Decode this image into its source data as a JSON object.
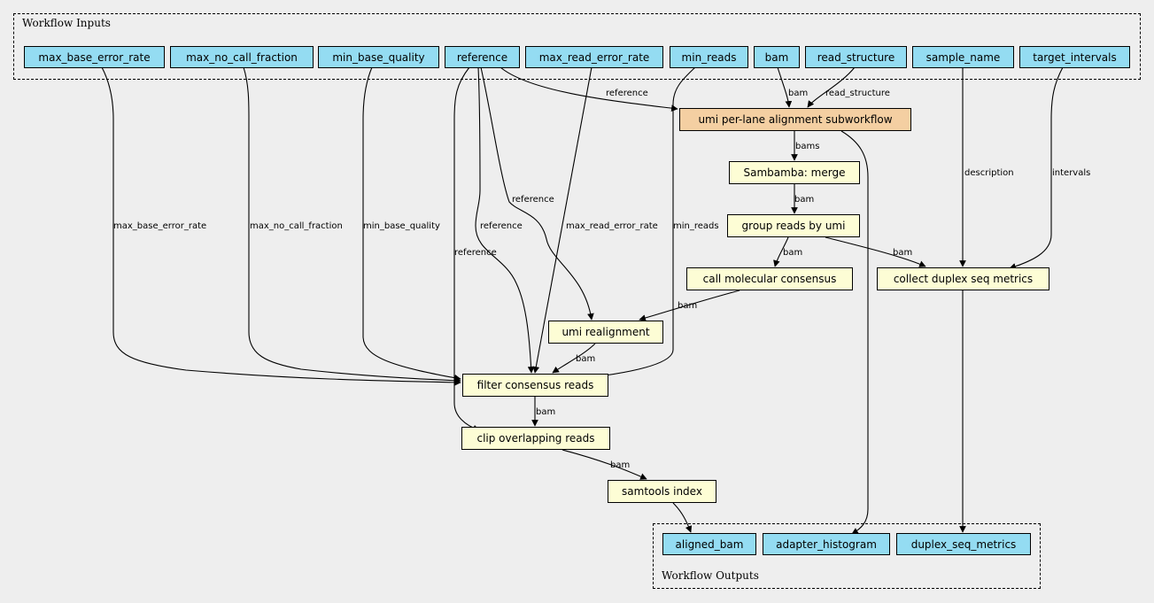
{
  "clusters": {
    "inputs_label": "Workflow Inputs",
    "outputs_label": "Workflow Outputs"
  },
  "colors": {
    "background": "#eeeeee",
    "io_node": "#94dcf2",
    "step_node": "#fdfdd5",
    "subworkflow_node": "#f4cfa2"
  },
  "nodes": {
    "max_base_error_rate": "max_base_error_rate",
    "max_no_call_fraction": "max_no_call_fraction",
    "min_base_quality": "min_base_quality",
    "reference": "reference",
    "max_read_error_rate": "max_read_error_rate",
    "min_reads": "min_reads",
    "bam": "bam",
    "read_structure": "read_structure",
    "sample_name": "sample_name",
    "target_intervals": "target_intervals",
    "umi_subworkflow": "umi per-lane alignment subworkflow",
    "sambamba_merge": "Sambamba: merge",
    "group_reads": "group reads by umi",
    "call_consensus": "call molecular consensus",
    "collect_metrics": "collect duplex seq metrics",
    "umi_realignment": "umi realignment",
    "filter_consensus": "filter consensus reads",
    "clip_overlapping": "clip overlapping reads",
    "samtools_index": "samtools index",
    "aligned_bam": "aligned_bam",
    "adapter_histogram": "adapter_histogram",
    "duplex_seq_metrics": "duplex_seq_metrics"
  },
  "edge_labels": {
    "ref_to_umi": "reference",
    "bam_to_umi": "bam",
    "rs_to_umi": "read_structure",
    "umi_to_merge": "bams",
    "merge_to_group": "bam",
    "group_to_call": "bam",
    "group_to_collect": "bam",
    "sample_to_collect": "description",
    "intervals_to_collect": "intervals",
    "call_to_realign": "bam",
    "ref_to_realign": "reference",
    "mber_to_filter": "max_base_error_rate",
    "mncf_to_filter": "max_no_call_fraction",
    "mbq_to_filter": "min_base_quality",
    "ref_to_filter": "reference",
    "mrer_to_filter": "max_read_error_rate",
    "minreads_to_filter": "min_reads",
    "realign_to_filter": "bam",
    "ref_to_clip": "reference",
    "filter_to_clip": "bam",
    "clip_to_index": "bam"
  }
}
